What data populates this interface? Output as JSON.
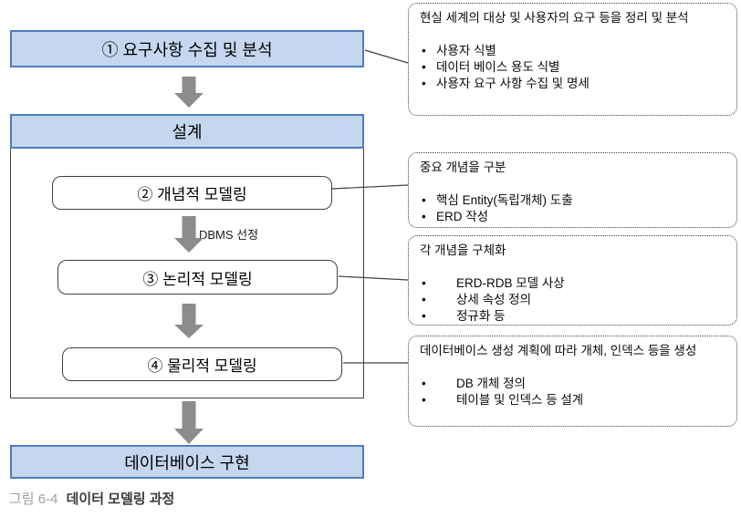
{
  "ui": {
    "bullet_char": "•"
  },
  "flow": {
    "box1_label": "① 요구사항 수집 및 분석",
    "design_label": "설계",
    "box2_label": "② 개념적 모델링",
    "arrow2_label": "DBMS 선정",
    "box3_label": "③ 논리적 모델링",
    "box4_label": "④ 물리적 모델링",
    "box5_label": "데이터베이스 구현"
  },
  "callouts": [
    {
      "title": "현실 세계의 대상 및 사용자의 요구 등을 정리 및 분석",
      "bullets": [
        "사용자 식별",
        "데이터 베이스 용도 식별",
        "사용자 요구 사항 수집 및 명세"
      ]
    },
    {
      "title": "중요 개념을 구분",
      "bullets": [
        "핵심 Entity(독립개체) 도출",
        "ERD 작성"
      ]
    },
    {
      "title": "각 개념을 구체화",
      "bullets": [
        "ERD-RDB 모델 사상",
        "상세 속성 정의",
        "정규화 등"
      ]
    },
    {
      "title": "데이터베이스 생성 계획에 따라 개체, 인덱스 등을 생성",
      "bullets": [
        "DB 개체 정의",
        "테이블 및 인덱스 등 설계"
      ]
    }
  ],
  "caption": {
    "prefix": "그림 6-4",
    "title": "데이터 모델링 과정"
  },
  "colors": {
    "process_box_fill": "#C5D7EE",
    "process_box_border": "#4E7CBE",
    "arrow_gray": "#8C8C8C",
    "caption_gray": "#9E9E9E"
  }
}
